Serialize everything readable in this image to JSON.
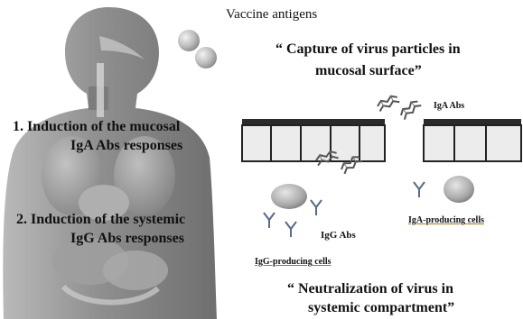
{
  "labels": {
    "vaccine_antigens": "Vaccine antigens",
    "capture_line1": "“ Capture of virus particles in",
    "capture_line2": "mucosal surface”",
    "step1_line1": "1. Induction of the mucosal",
    "step1_line2": "IgA Abs responses",
    "step2_line1": "2. Induction of the systemic",
    "step2_line2": "IgG Abs responses",
    "iga_abs": "IgA Abs",
    "igg_abs": "IgG Abs",
    "iga_cells": "IgA-producing cells",
    "igg_cells": "IgG-producing cells",
    "neutral_line1": "“ Neutralization of virus in",
    "neutral_line2": "systemic compartment”"
  },
  "icons": [
    "human-silhouette",
    "vaccine-antigen-sphere",
    "mucosal-epithelium",
    "virus-particle",
    "antibody-y",
    "plasma-cell"
  ]
}
